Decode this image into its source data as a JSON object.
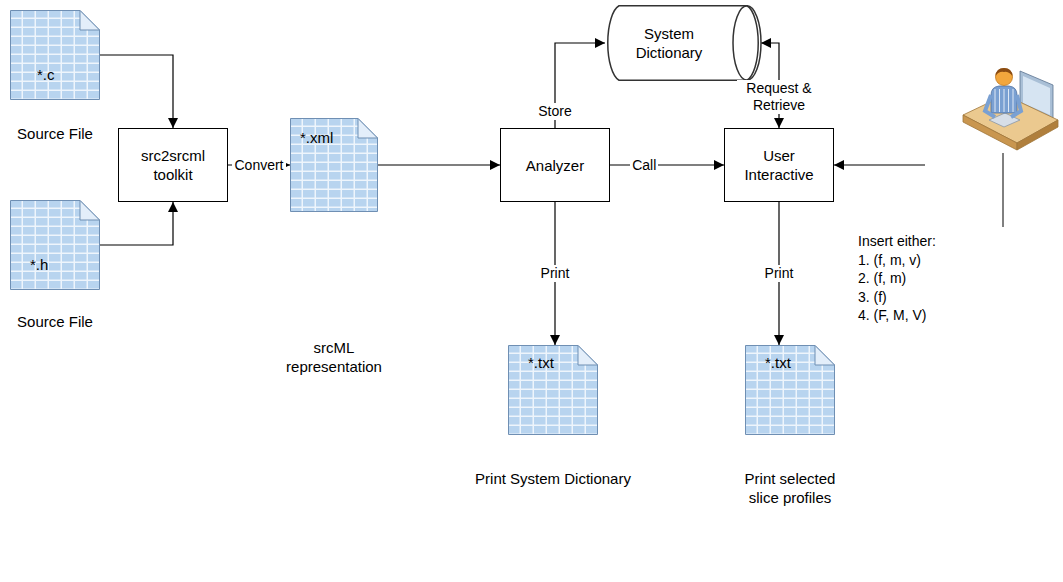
{
  "diagram": {
    "nodes": [
      {
        "text": [
          "*.c",
          "Source File"
        ]
      },
      {
        "text": [
          "src2srcml toolkit"
        ]
      },
      {
        "text": [
          "*.h",
          "Source File"
        ]
      },
      {
        "text": [
          "*.xml",
          "srcML representation"
        ]
      },
      {
        "text": [
          "System Dictionary"
        ]
      },
      {
        "text": [
          "Analyzer"
        ]
      },
      {
        "text": [
          "User Interactive"
        ]
      },
      {
        "text": [
          "Insert either:",
          "1. (f, m, v)",
          "2. (f, m)",
          "3. (f)",
          "4. (F, M, V)"
        ]
      },
      {
        "text": [
          "*.txt",
          "Print System Dictionary"
        ]
      },
      {
        "text": [
          "*.txt",
          "Print selected slice profiles"
        ]
      }
    ],
    "edges": [
      {
        "from": 0,
        "to": 1,
        "arrow": "to"
      },
      {
        "from": 2,
        "to": 1,
        "arrow": "to"
      },
      {
        "from": 1,
        "to": 3,
        "label": "Convert",
        "arrow": "to"
      },
      {
        "from": 3,
        "to": 5,
        "arrow": "to"
      },
      {
        "from": 5,
        "to": 4,
        "label": "Store",
        "arrow": "to"
      },
      {
        "from": 6,
        "to": 4,
        "label": "Request & Retrieve",
        "arrow": "both"
      },
      {
        "from": 5,
        "to": 6,
        "label": "Call",
        "arrow": "to"
      },
      {
        "from": 7,
        "to": 6,
        "arrow": "to"
      },
      {
        "from": 5,
        "to": 8,
        "label": "Print",
        "arrow": "to"
      },
      {
        "from": 6,
        "to": 9,
        "label": "Print",
        "arrow": "to"
      }
    ]
  }
}
